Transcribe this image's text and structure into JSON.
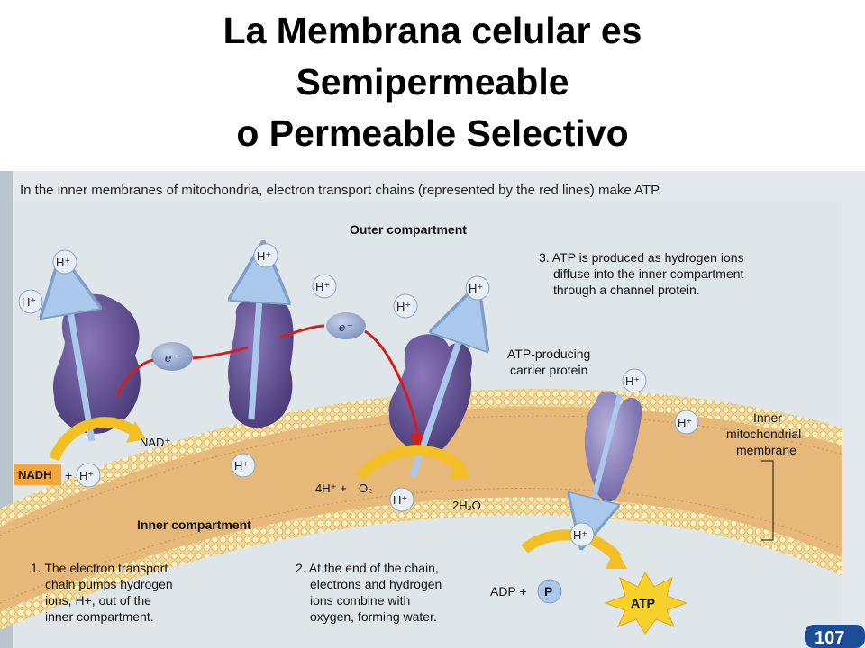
{
  "title": {
    "line1": "La Membrana celular es",
    "line2": "Semipermeable",
    "line3": "o Permeable Selectivo"
  },
  "figure": {
    "caption": "In the inner membranes of mitochondria, electron transport chains (represented by the red lines) make ATP.",
    "outer_label": "Outer compartment",
    "inner_label": "Inner compartment",
    "membrane_label": [
      "Inner",
      "mitochondrial",
      "membrane"
    ],
    "carrier_label": [
      "ATP-producing",
      "carrier protein"
    ],
    "step1": [
      "1. The electron transport",
      "chain pumps hydrogen",
      "ions, H+, out of the",
      "inner compartment."
    ],
    "step2": [
      "2. At the end of the chain,",
      "electrons and hydrogen",
      "ions combine with",
      "oxygen, forming water."
    ],
    "step3": [
      "3. ATP is produced as hydrogen ions",
      "diffuse into the inner compartment",
      "through a channel protein."
    ],
    "hplus": "H⁺",
    "electron": "e⁻",
    "nadh": "NADH",
    "plus": "+",
    "nad": "NAD⁺",
    "four_h": "4H⁺ +",
    "o2": "O₂",
    "water": "2H₂O",
    "adp": "ADP +",
    "p": "P",
    "atp": "ATP",
    "page_number": "107"
  },
  "colors": {
    "membrane_tan": "#e6b97a",
    "membrane_head": "#f6e8b4",
    "protein_purple": "#5d4a8c",
    "carrier_purple": "#8f86bd",
    "electron_red": "#d21e1e",
    "arrow_blue": "#a9c8ec",
    "yellow_arrow": "#f2c024",
    "nadh_orange": "#f2a63d",
    "page_blue": "#1d4e95",
    "panel_bg": "#dde5ea"
  }
}
